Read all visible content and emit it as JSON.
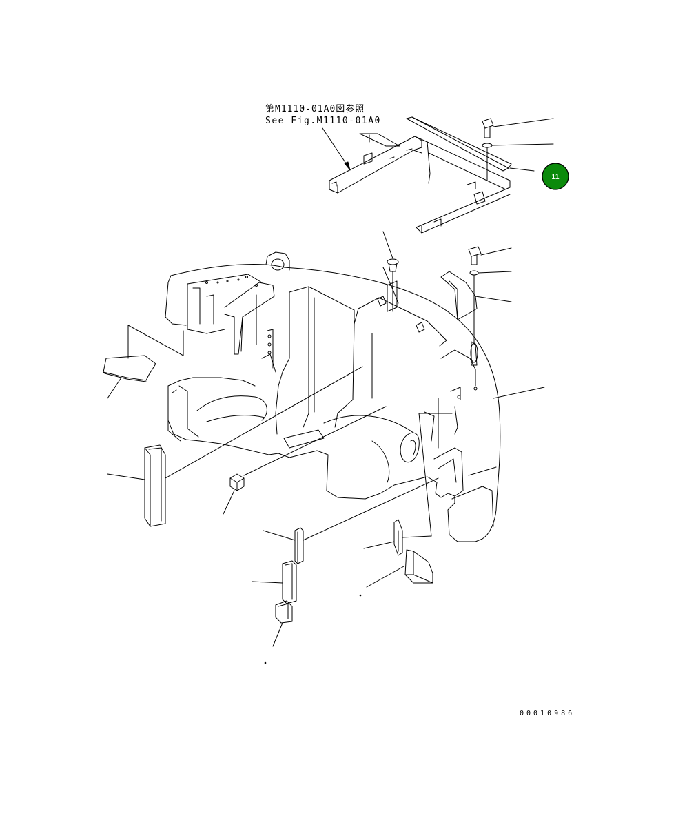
{
  "reference": {
    "japanese": "第M1110-01A0図参照",
    "english": "See Fig.M1110-01A0"
  },
  "callout": {
    "number": "11",
    "color": "#0b8a0b"
  },
  "drawing_number": "00010986"
}
